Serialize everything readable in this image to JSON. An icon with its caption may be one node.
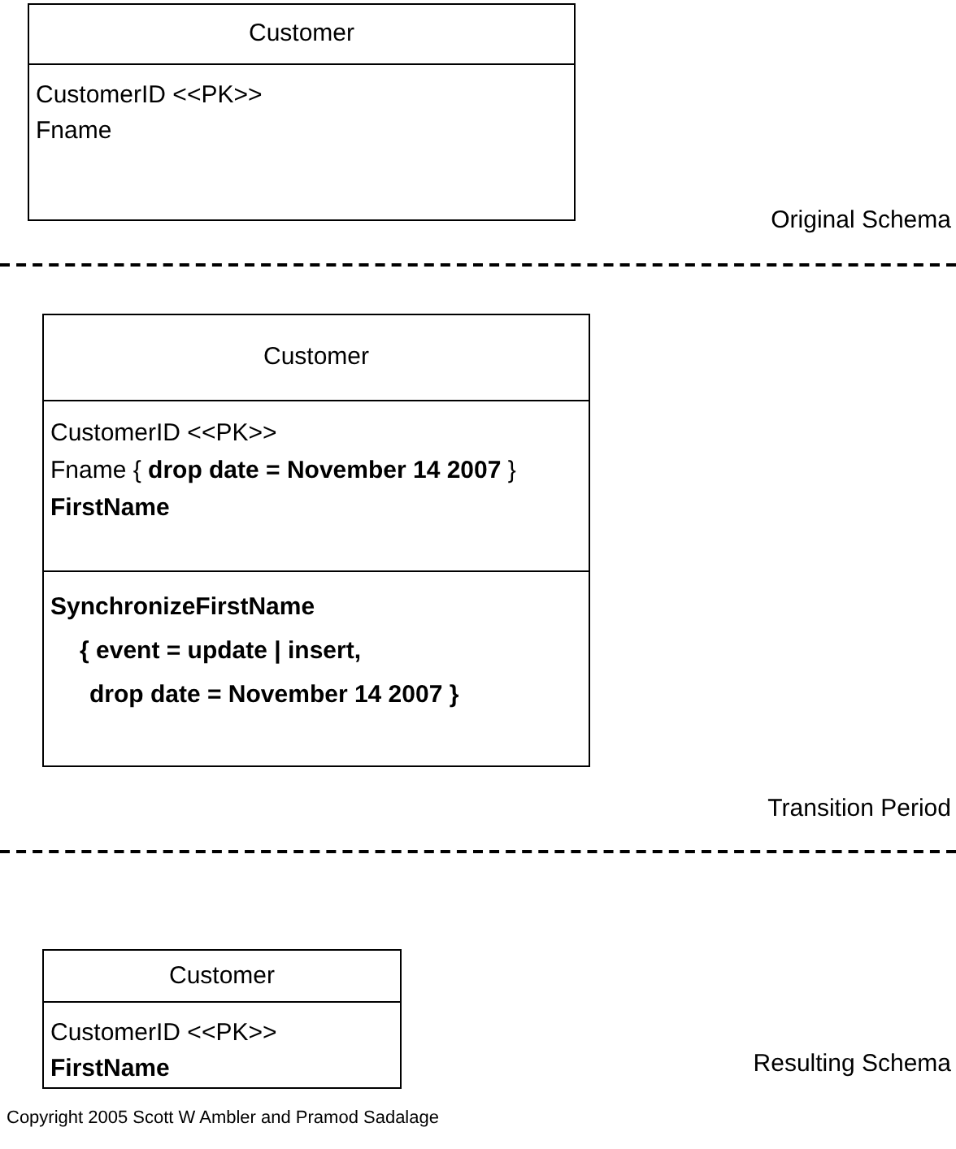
{
  "diagram": {
    "nodes": [
      {
        "text": [
          "Customer",
          "CustomerID <<PK>>",
          "Fname"
        ]
      },
      {
        "text": [
          "Customer",
          "CustomerID <<PK>>",
          "Fname { **drop date = November 14 2007** }",
          "FirstName",
          "SynchronizeFirstName",
          "{ event = update | insert,",
          "drop date = November 14 2007 }"
        ]
      },
      {
        "text": [
          "Customer",
          "CustomerID <<PK>>",
          "FirstName"
        ]
      }
    ],
    "labels": [
      "Original Schema",
      "Transition Period",
      "Resulting Schema",
      "Copyright 2005 Scott W Ambler and Pramod Sadalage"
    ]
  }
}
